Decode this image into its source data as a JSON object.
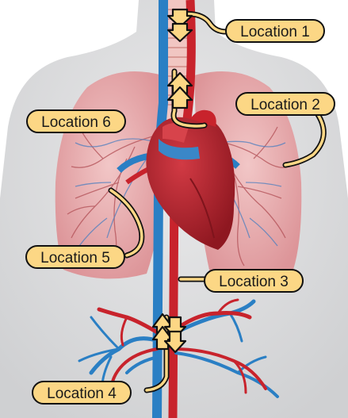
{
  "labels": {
    "location_1": "Location 1",
    "location_2": "Location 2",
    "location_3": "Location 3",
    "location_4": "Location 4",
    "location_5": "Location 5",
    "location_6": "Location 6"
  },
  "colors": {
    "background": "#ffffff",
    "body_silhouette": "#d9d9db",
    "artery": "#c8232c",
    "vein": "#2a7fc4",
    "lung": "#e7a3a5",
    "heart": "#b0242f",
    "trachea": "#f1c6c2",
    "label_fill": "#fcd785",
    "label_outline": "#111111",
    "arrow_fill": "#fcd785"
  }
}
